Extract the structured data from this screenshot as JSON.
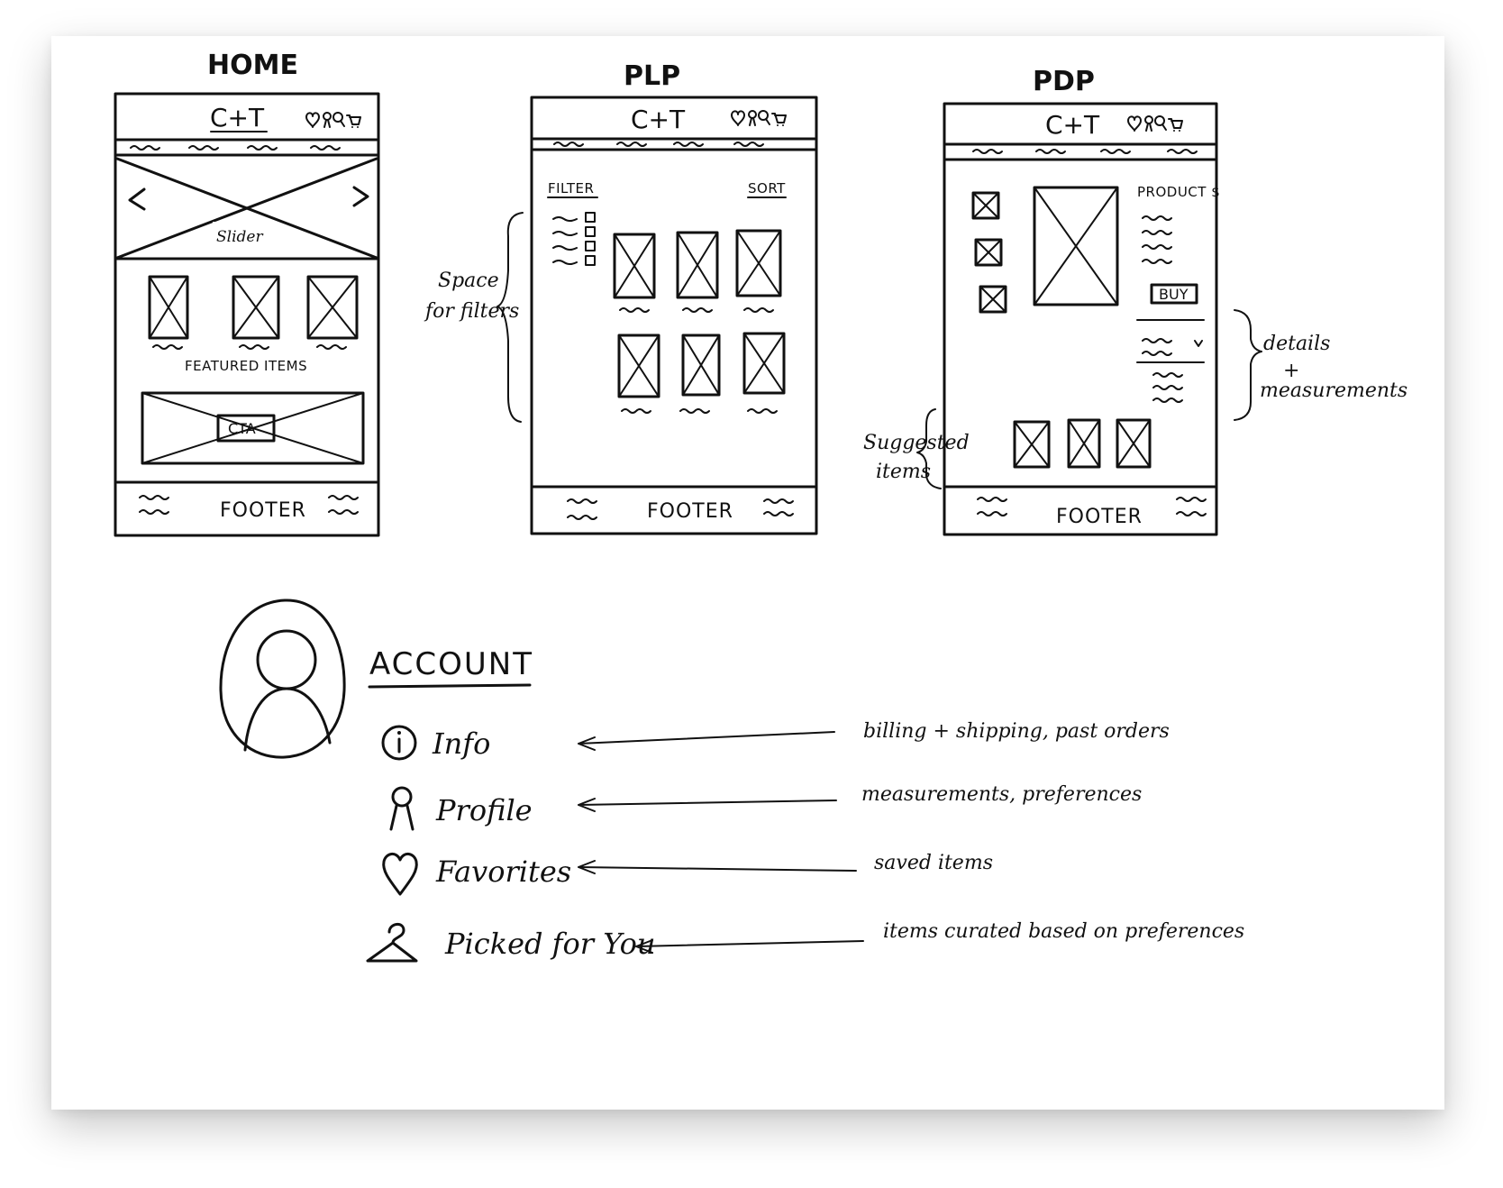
{
  "wireframes": {
    "home": {
      "title": "HOME",
      "logo": "C+T",
      "slider_label": "Slider",
      "featured_label": "FEATURED ITEMS",
      "cta_label": "CTA",
      "footer_label": "FOOTER"
    },
    "plp": {
      "title": "PLP",
      "logo": "C+T",
      "filter_label": "FILTER",
      "sort_label": "SORT",
      "footer_label": "FOOTER",
      "annotation_line1": "Space",
      "annotation_line2": "for filters"
    },
    "pdp": {
      "title": "PDP",
      "logo": "C+T",
      "product_label": "PRODUCT $",
      "buy_label": "BUY",
      "footer_label": "FOOTER",
      "annotation_details_line1": "details",
      "annotation_details_line2": "+",
      "annotation_details_line3": "measurements",
      "annotation_suggested_line1": "Suggested",
      "annotation_suggested_line2": "items"
    }
  },
  "account": {
    "title": "ACCOUNT",
    "items": [
      {
        "label": "Info",
        "icon": "info-icon",
        "description": "billing + shipping, past orders"
      },
      {
        "label": "Profile",
        "icon": "person-icon",
        "description": "measurements, preferences"
      },
      {
        "label": "Favorites",
        "icon": "heart-icon",
        "description": "saved items"
      },
      {
        "label": "Picked for You",
        "icon": "hanger-icon",
        "description": "items curated based on preferences"
      }
    ]
  }
}
